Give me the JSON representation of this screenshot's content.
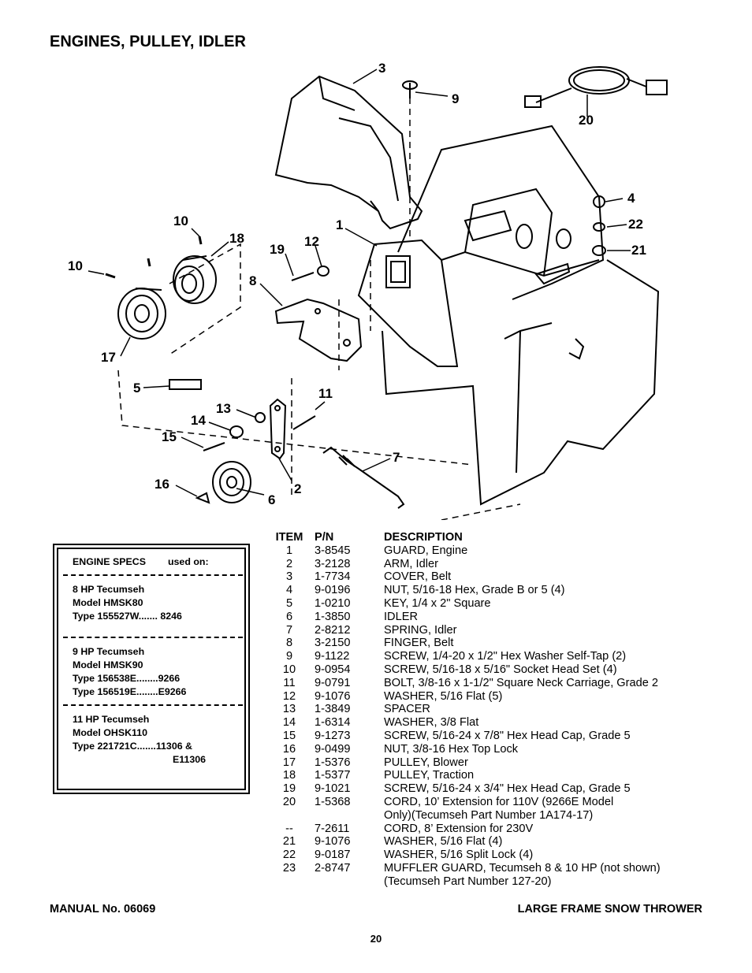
{
  "page": {
    "title": "ENGINES, PULLEY, IDLER",
    "footer_left": "MANUAL No. 06069",
    "footer_right": "LARGE FRAME SNOW THROWER",
    "page_number": "20"
  },
  "diagram": {
    "callouts": [
      "3",
      "9",
      "20",
      "4",
      "22",
      "21",
      "10",
      "18",
      "1",
      "19",
      "12",
      "10",
      "8",
      "17",
      "5",
      "11",
      "13",
      "14",
      "15",
      "7",
      "16",
      "2",
      "6"
    ]
  },
  "parts": {
    "headers": {
      "item": "ITEM",
      "pn": "P/N",
      "description": "DESCRIPTION"
    },
    "rows": [
      {
        "item": "1",
        "pn": "3-8545",
        "desc": "GUARD, Engine"
      },
      {
        "item": "2",
        "pn": "3-2128",
        "desc": "ARM, Idler"
      },
      {
        "item": "3",
        "pn": "1-7734",
        "desc": "COVER, Belt"
      },
      {
        "item": "4",
        "pn": "9-0196",
        "desc": "NUT, 5/16-18 Hex, Grade B or 5 (4)"
      },
      {
        "item": "5",
        "pn": "1-0210",
        "desc": "KEY, 1/4 x 2\" Square"
      },
      {
        "item": "6",
        "pn": "1-3850",
        "desc": "IDLER"
      },
      {
        "item": "7",
        "pn": "2-8212",
        "desc": "SPRING, Idler"
      },
      {
        "item": "8",
        "pn": "3-2150",
        "desc": "FINGER, Belt"
      },
      {
        "item": "9",
        "pn": "9-1122",
        "desc": "SCREW, 1/4-20 x 1/2\" Hex Washer Self-Tap (2)"
      },
      {
        "item": "10",
        "pn": "9-0954",
        "desc": "SCREW, 5/16-18 x 5/16\" Socket Head Set (4)"
      },
      {
        "item": "11",
        "pn": "9-0791",
        "desc": "BOLT, 3/8-16 x 1-1/2\" Square Neck Carriage, Grade 2"
      },
      {
        "item": "12",
        "pn": "9-1076",
        "desc": "WASHER, 5/16 Flat (5)"
      },
      {
        "item": "13",
        "pn": "1-3849",
        "desc": "SPACER"
      },
      {
        "item": "14",
        "pn": "1-6314",
        "desc": "WASHER, 3/8 Flat"
      },
      {
        "item": "15",
        "pn": "9-1273",
        "desc": "SCREW, 5/16-24 x 7/8\" Hex Head Cap, Grade 5"
      },
      {
        "item": "16",
        "pn": "9-0499",
        "desc": "NUT, 3/8-16 Hex Top Lock"
      },
      {
        "item": "17",
        "pn": "1-5376",
        "desc": "PULLEY, Blower"
      },
      {
        "item": "18",
        "pn": "1-5377",
        "desc": "PULLEY, Traction"
      },
      {
        "item": "19",
        "pn": "9-1021",
        "desc": "SCREW, 5/16-24 x 3/4\" Hex Head Cap, Grade 5"
      },
      {
        "item": "20",
        "pn": "1-5368",
        "desc": "CORD, 10’ Extension for 110V (9266E Model"
      },
      {
        "item": "",
        "pn": "",
        "desc": "Only)(Tecumseh Part Number 1A174-17)"
      },
      {
        "item": "--",
        "pn": "7-2611",
        "desc": "CORD, 8’ Extension for 230V"
      },
      {
        "item": "21",
        "pn": "9-1076",
        "desc": "WASHER, 5/16 Flat (4)"
      },
      {
        "item": "22",
        "pn": "9-0187",
        "desc": "WASHER, 5/16 Split Lock (4)"
      },
      {
        "item": "23",
        "pn": "2-8747",
        "desc": "MUFFLER GUARD, Tecumseh 8 & 10 HP (not shown)"
      },
      {
        "item": "",
        "pn": "",
        "desc": "(Tecumseh Part Number 127-20)"
      }
    ]
  },
  "specs": {
    "heading": "ENGINE SPECS",
    "used_on": "used on:",
    "groups": [
      {
        "lines": [
          "8 HP Tecumseh",
          "Model HMSK80",
          "Type 155527W....... 8246"
        ]
      },
      {
        "lines": [
          "9 HP Tecumseh",
          "Model HMSK90",
          "Type 156538E........9266",
          "Type 156519E........E9266"
        ]
      },
      {
        "lines": [
          "11 HP Tecumseh",
          "Model OHSK110",
          "Type 221721C.......11306 &"
        ],
        "extra": "E11306"
      }
    ]
  }
}
